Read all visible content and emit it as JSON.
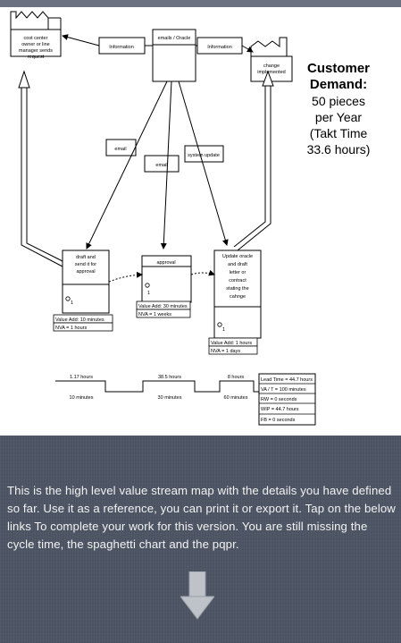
{
  "vsm": {
    "cost_center": [
      "cost center",
      "owner or line",
      "manager sends",
      "request"
    ],
    "information_left": "Information",
    "emails_oracle": "emails / Oracle",
    "information_right": "Information",
    "change_implemented": [
      "change",
      "implemented"
    ],
    "customer": {
      "title": "Customer Demand:",
      "body": "50 pieces per Year (Takt Time 33.6 hours)"
    },
    "email_left": "email",
    "email_center": "email",
    "system_update": "system update",
    "process1": {
      "name": [
        "draft  and",
        "send it for",
        "approval"
      ],
      "operator": "1",
      "value_add": "Value Add: 10 minutes",
      "nva": "NVA = 1 hours"
    },
    "process2": {
      "name": "approval",
      "operator": "1",
      "value_add": "Value Add: 30 minutes",
      "nva": "NVA = 1 weeks"
    },
    "process3": {
      "name": [
        "Update oracle",
        "and draft",
        "letter or",
        "contract",
        "stating the",
        "cahnge"
      ],
      "operator": "1",
      "value_add": "Value Add: 1 hours",
      "nva": "NVA = 1 days"
    },
    "timeline": {
      "wait_times": [
        "1.17 hours",
        "38.5 hours",
        "8 hours"
      ],
      "process_times": [
        "10 minutes",
        "30 minutes",
        "60 minutes"
      ],
      "summary": [
        "Lead Time = 44.7 hours",
        "VA / T = 100 minutes",
        "RW = 0 seconds",
        "WIP = 44.7 hours",
        "FB = 0 seconds"
      ]
    }
  },
  "message": "This is the high level value stream map with the details you have defined so far. Use it as a reference, you can print it or export it. Tap on the below links To complete your work for this version. You are still missing the cycle time, the spaghetti chart and the pqpr."
}
